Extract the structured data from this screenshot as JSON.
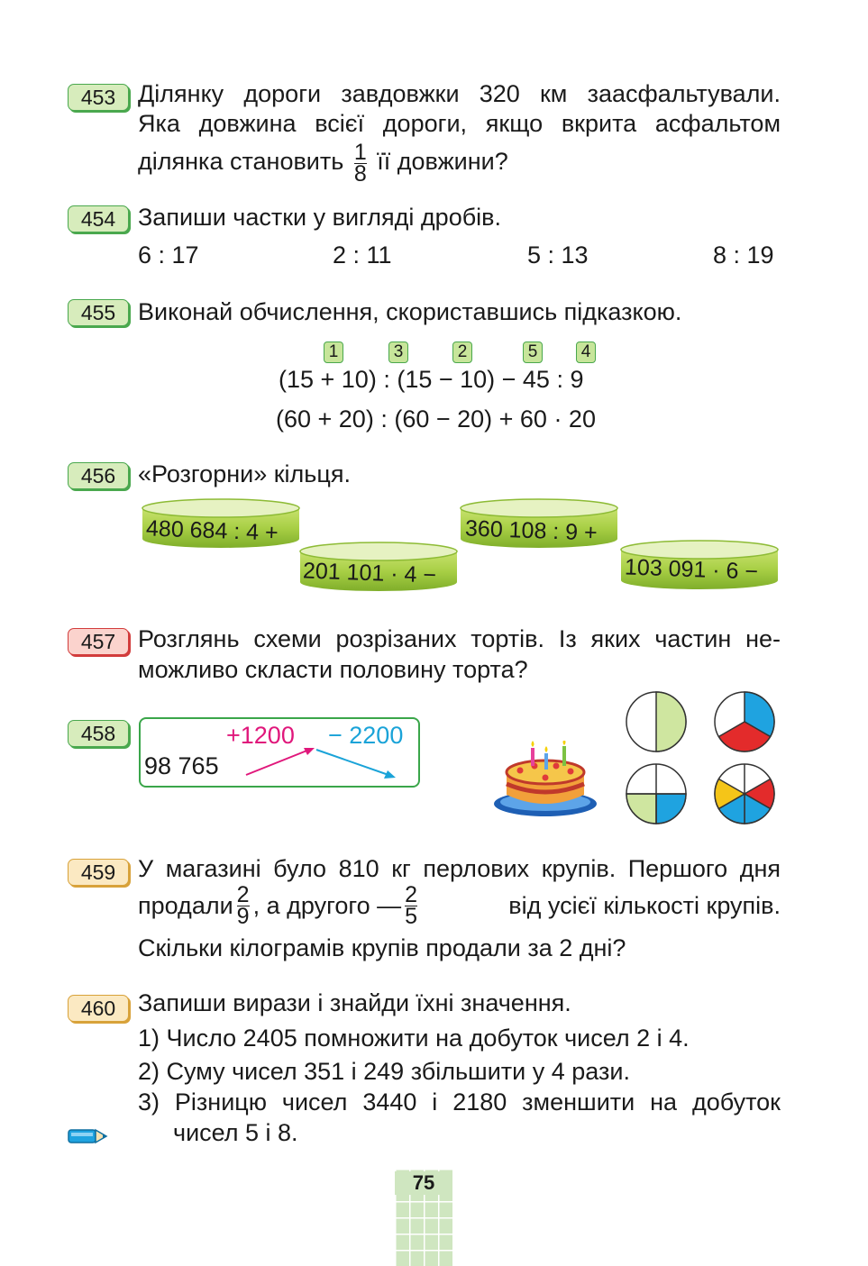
{
  "problems": {
    "p453": {
      "number": "453",
      "line1": "Ділянку дороги завдовжки 320 км заасфальтували.",
      "line2": "Яка довжина всієї дороги, якщо вкрита асфальтом",
      "line3_before": "ділянка становить",
      "frac_num": "1",
      "frac_den": "8",
      "line3_after": "її довжини?"
    },
    "p454": {
      "number": "454",
      "text": "Запиши частки у вигляді дробів.",
      "items": [
        "6 : 17",
        "2 : 11",
        "5 : 13",
        "8 : 19"
      ]
    },
    "p455": {
      "number": "455",
      "text": "Виконай обчислення, скориставшись підказкою.",
      "order_hints": [
        "1",
        "3",
        "2",
        "5",
        "4"
      ],
      "expr1": "(15 + 10) : (15 − 10) − 45 : 9",
      "expr2": "(60 + 20) : (60 − 20) + 60 · 20"
    },
    "p456": {
      "number": "456",
      "text": "«Розгорни» кільця.",
      "rings": [
        "480 684 : 4 +",
        "201 101 · 4 −",
        "360 108 : 9 +",
        "103 091 · 6 −"
      ]
    },
    "p457": {
      "number": "457",
      "line1": "Розглянь схеми розрізаних тортів. Із яких частин не-",
      "line2": "можливо скласти половину торта?"
    },
    "p458": {
      "number": "458",
      "start": "98 765",
      "op1": "+1200",
      "op2": "− 2200"
    },
    "p459": {
      "number": "459",
      "line1": "У магазині було 810 кг перлових крупів. Першого дня",
      "line2_a": "продали",
      "frac1_num": "2",
      "frac1_den": "9",
      "line2_b": ", а другого —",
      "frac2_num": "2",
      "frac2_den": "5",
      "line2_c": "від усієї кількості крупів.",
      "line3": "Скільки кілограмів крупів продали за 2 дні?"
    },
    "p460": {
      "number": "460",
      "text": "Запиши вирази і знайди їхні значення.",
      "item1": "1) Число 2405 помножити на добуток чисел 2 і 4.",
      "item2": "2) Суму чисел 351 і 249 збільшити у 4 рази.",
      "item3": "3) Різницю чисел 3440 і 2180 зменшити на добуток",
      "item3_cont": "чисел 5 і 8."
    }
  },
  "page_number": "75",
  "colors": {
    "badge_green": "#d7ecbc",
    "badge_red": "#fbd3cd",
    "badge_yellow": "#fbe9c2",
    "ring_green": "#a8cf45",
    "arrow_pink": "#e0177b",
    "arrow_blue": "#1aa3d8",
    "page_tab": "#cfe6c0"
  }
}
